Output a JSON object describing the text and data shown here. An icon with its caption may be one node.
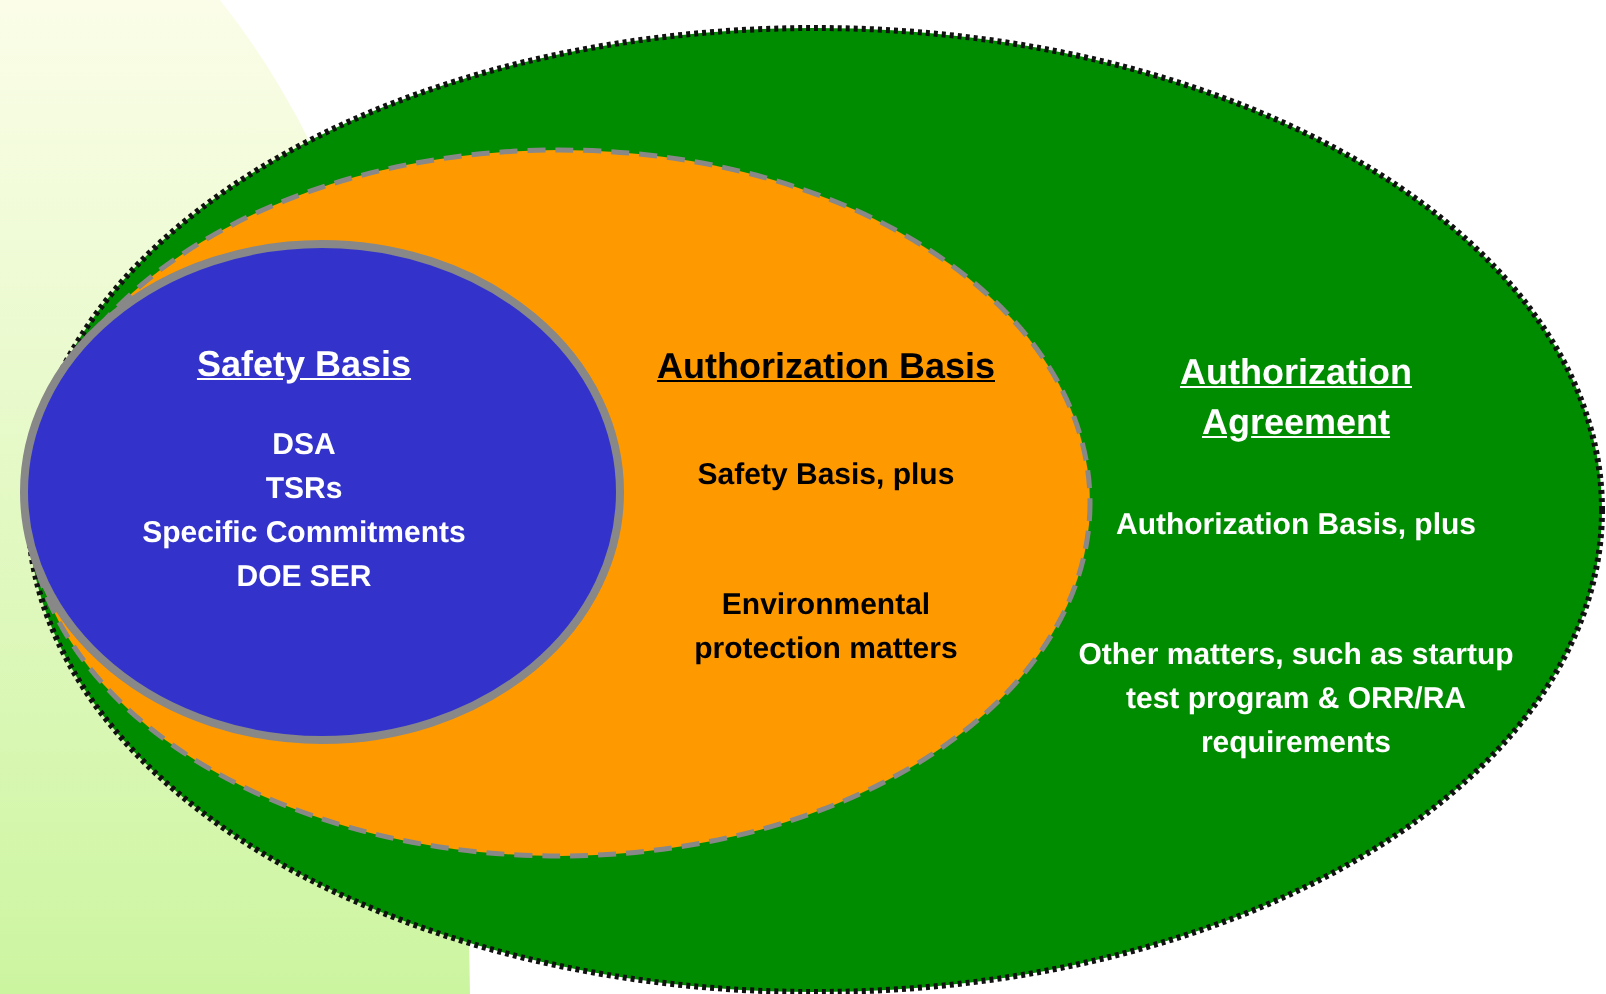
{
  "diagram": {
    "nodes": [
      {
        "text": [
          "Authorization Agreement",
          "Authorization Basis, plus",
          "Other matters, such as startup test program & ORR/RA requirements"
        ]
      },
      {
        "text": [
          "Authorization Basis",
          "Safety Basis, plus",
          "Environmental protection matters"
        ],
        "in": 0
      },
      {
        "text": [
          "Safety Basis",
          "DSA",
          "TSRs",
          "Specific Commitments",
          "DOE SER"
        ],
        "in": 1
      }
    ]
  }
}
